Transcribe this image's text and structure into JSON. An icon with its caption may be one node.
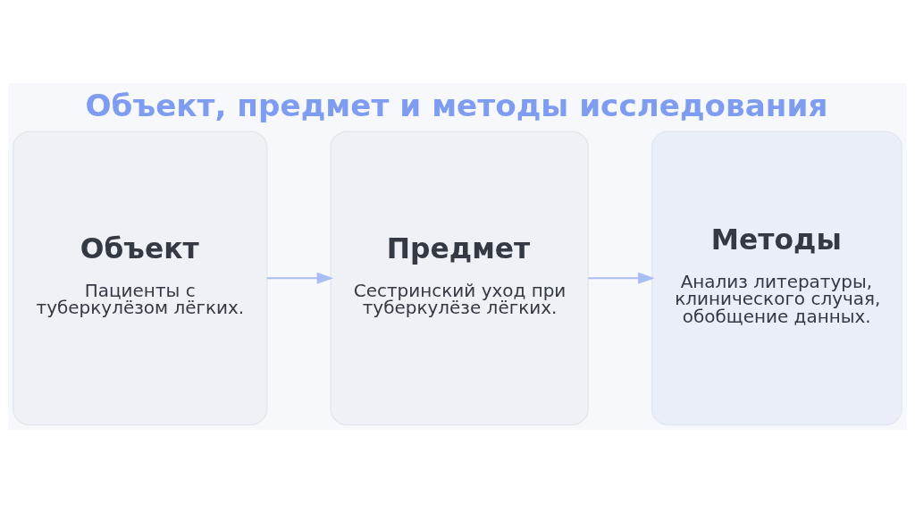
{
  "diagram": {
    "title": "Объект, предмет и методы исследования",
    "nodes": [
      {
        "text": [
          "Объект",
          "Пациенты с туберкулёзом лёгких."
        ]
      },
      {
        "text": [
          "Предмет",
          "Сестринский уход при туберкулёзе лёгких."
        ]
      },
      {
        "text": [
          "Методы",
          "Анализ литературы, клинического случая, обобщение данных."
        ]
      }
    ],
    "edges": [
      {
        "from": 0,
        "to": 1,
        "arrow": "to"
      },
      {
        "from": 1,
        "to": 2,
        "arrow": "to"
      }
    ]
  }
}
